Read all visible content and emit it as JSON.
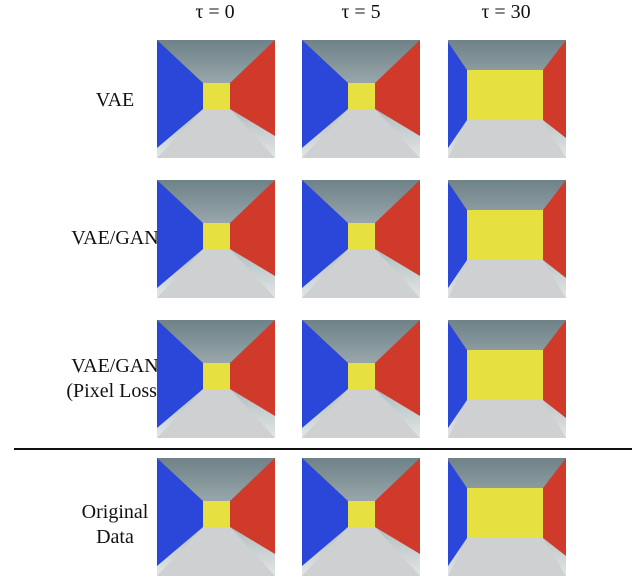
{
  "figure": {
    "columns": [
      "τ = 0",
      "τ = 5",
      "τ = 30"
    ],
    "rows": [
      {
        "label_lines": [
          "VAE"
        ]
      },
      {
        "label_lines": [
          "VAE/GAN"
        ]
      },
      {
        "label_lines": [
          "VAE/GAN",
          "(Pixel Loss)"
        ]
      },
      {
        "label_lines": [
          "Original",
          "Data"
        ]
      }
    ],
    "thumbnails": [
      [
        "small",
        "small",
        "large"
      ],
      [
        "small",
        "small",
        "large"
      ],
      [
        "small",
        "small",
        "large"
      ],
      [
        "small",
        "small",
        "large"
      ]
    ]
  },
  "colors": {
    "left_wall": "#2b47d9",
    "right_wall": "#d03a2b",
    "far_wall": "#e6e040",
    "floor": "#cfd0d1",
    "ceiling_top": "#6e8288",
    "ceiling_bottom": "#e2e6e6"
  }
}
